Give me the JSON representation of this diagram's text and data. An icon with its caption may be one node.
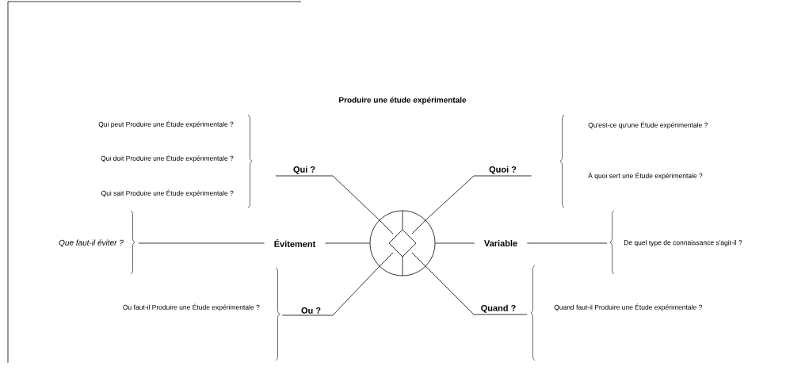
{
  "diagram": {
    "title": "Produire une étude expérimentale",
    "nodes": [
      {
        "text": [],
        "shape": "circle"
      },
      {
        "text": [
          "Qui ?"
        ]
      },
      {
        "text": [
          "Quoi ?"
        ]
      },
      {
        "text": [
          "Que faut-il éviter ?"
        ]
      },
      {
        "text": [
          "Évitement"
        ]
      },
      {
        "text": [
          "Variable"
        ]
      },
      {
        "text": [
          "De quel type de connaissance s'agit-il ?"
        ]
      },
      {
        "text": [
          "Ou ?"
        ]
      },
      {
        "text": [
          "Quand ?"
        ]
      }
    ],
    "edges": [
      {
        "from": 0,
        "to": 1,
        "arrow": "none"
      },
      {
        "from": 0,
        "to": 2,
        "arrow": "none"
      },
      {
        "from": 3,
        "to": 4,
        "arrow": "none"
      },
      {
        "from": 4,
        "to": 0,
        "arrow": "none"
      },
      {
        "from": 0,
        "to": 5,
        "arrow": "none"
      },
      {
        "from": 5,
        "to": 6,
        "arrow": "none"
      },
      {
        "from": 0,
        "to": 7,
        "arrow": "none"
      },
      {
        "from": 0,
        "to": 8,
        "arrow": "none"
      }
    ],
    "labels": [
      "Qui peut Produire une Étude expérimentale ?",
      "Qui doit Produire une Étude expérimentale ?",
      "Qui sait Produire une Étude expérimentale ?",
      "Qu'est-ce qu'une Étude expérimentale ?",
      "À quoi sert une Étude expérimentale ?",
      "Ou faut-il Produire une Étude expérimentale ?",
      "Quand faut-il Produire une Étude expérimentale ?"
    ]
  }
}
